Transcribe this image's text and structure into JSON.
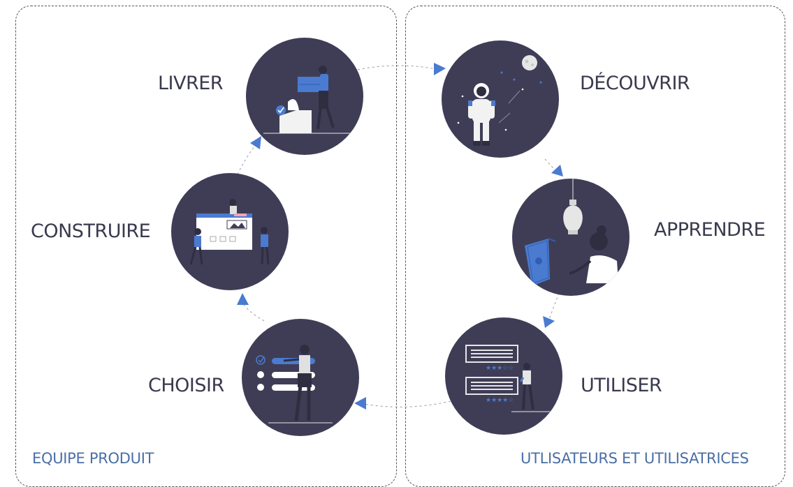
{
  "steps": {
    "livrer": "LIVRER",
    "construire": "CONSTRUIRE",
    "choisir": "CHOISIR",
    "decouvrir": "DÉCOUVRIR",
    "apprendre": "APPRENDRE",
    "utiliser": "UTILISER"
  },
  "groups": {
    "product_team": "EQUIPE PRODUIT",
    "users": "UTLISATEURS ET UTILISATRICES"
  },
  "colors": {
    "circle": "#3f3d56",
    "accent": "#4a7bd0",
    "label": "#3a3a4e",
    "group_label": "#4a6fa5"
  }
}
